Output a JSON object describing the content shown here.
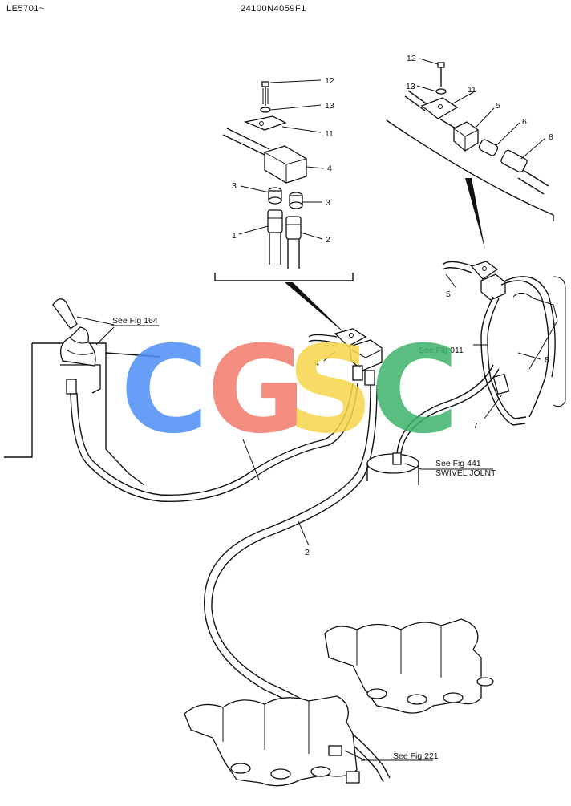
{
  "header": {
    "left": "LE5701~",
    "center": "24100N4059F1"
  },
  "watermark": {
    "letters": [
      "C",
      "G",
      "S",
      "C"
    ],
    "colors": [
      "#4d8ef7",
      "#f07a6a",
      "#f7d54a",
      "#3db36a"
    ]
  },
  "references": {
    "fig164": "See Fig 164",
    "fig011": "See Fig 011",
    "fig441": "See Fig 441",
    "swivel": "SWIVEL JOLNT",
    "fig221": "See Fig 221"
  },
  "callouts": {
    "c1": "1",
    "c2": "2",
    "c3a": "3",
    "c3b": "3",
    "c4": "4",
    "c11": "11",
    "c12": "12",
    "c13": "13",
    "r12": "12",
    "r13": "13",
    "r11": "11",
    "r5": "5",
    "r6": "6",
    "r8": "8",
    "m4": "4",
    "m5": "5",
    "m8": "8",
    "m7": "7",
    "m2": "2"
  }
}
